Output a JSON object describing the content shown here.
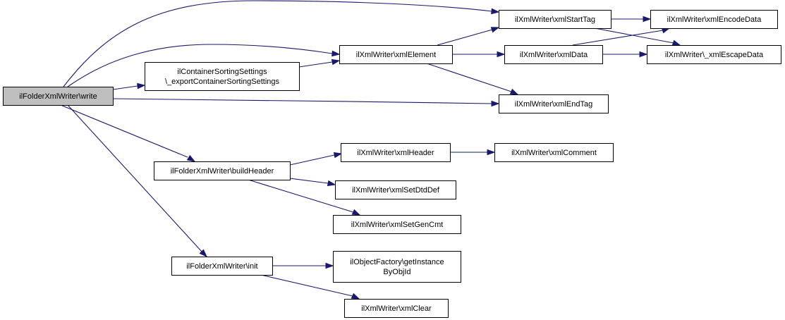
{
  "colors": {
    "edge": "#191970",
    "node_fill": "#ffffff",
    "root_fill": "#bfbfbf",
    "node_border": "#000000",
    "text": "#000000"
  },
  "nodes": [
    {
      "id": "write",
      "lines": [
        "ilFolderXmlWriter\\write"
      ],
      "root": true
    },
    {
      "id": "exportSort",
      "lines": [
        "ilContainerSortingSettings",
        "\\_exportContainerSortingSettings"
      ]
    },
    {
      "id": "buildHeader",
      "lines": [
        "ilFolderXmlWriter\\buildHeader"
      ]
    },
    {
      "id": "init",
      "lines": [
        "ilFolderXmlWriter\\init"
      ]
    },
    {
      "id": "xmlElement",
      "lines": [
        "ilXmlWriter\\xmlElement"
      ]
    },
    {
      "id": "xmlStartTag",
      "lines": [
        "ilXmlWriter\\xmlStartTag"
      ]
    },
    {
      "id": "xmlEndTag",
      "lines": [
        "ilXmlWriter\\xmlEndTag"
      ]
    },
    {
      "id": "xmlData",
      "lines": [
        "ilXmlWriter\\xmlData"
      ]
    },
    {
      "id": "xmlEncodeData",
      "lines": [
        "ilXmlWriter\\xmlEncodeData"
      ]
    },
    {
      "id": "xmlEscapeData",
      "lines": [
        "ilXmlWriter\\_xmlEscapeData"
      ]
    },
    {
      "id": "xmlHeader",
      "lines": [
        "ilXmlWriter\\xmlHeader"
      ]
    },
    {
      "id": "xmlComment",
      "lines": [
        "ilXmlWriter\\xmlComment"
      ]
    },
    {
      "id": "xmlSetDtdDef",
      "lines": [
        "ilXmlWriter\\xmlSetDtdDef"
      ]
    },
    {
      "id": "xmlSetGenCmt",
      "lines": [
        "ilXmlWriter\\xmlSetGenCmt"
      ]
    },
    {
      "id": "getInstanceByObjId",
      "lines": [
        "ilObjectFactory\\getInstance",
        "ByObjId"
      ]
    },
    {
      "id": "xmlClear",
      "lines": [
        "ilXmlWriter\\xmlClear"
      ]
    }
  ],
  "edges": [
    {
      "from": "write",
      "to": "xmlStartTag"
    },
    {
      "from": "write",
      "to": "xmlElement"
    },
    {
      "from": "write",
      "to": "exportSort"
    },
    {
      "from": "write",
      "to": "xmlEndTag"
    },
    {
      "from": "write",
      "to": "buildHeader"
    },
    {
      "from": "write",
      "to": "init"
    },
    {
      "from": "exportSort",
      "to": "xmlElement"
    },
    {
      "from": "xmlElement",
      "to": "xmlStartTag"
    },
    {
      "from": "xmlElement",
      "to": "xmlData"
    },
    {
      "from": "xmlElement",
      "to": "xmlEndTag"
    },
    {
      "from": "xmlStartTag",
      "to": "xmlEncodeData"
    },
    {
      "from": "xmlStartTag",
      "to": "xmlEscapeData"
    },
    {
      "from": "xmlData",
      "to": "xmlEncodeData"
    },
    {
      "from": "xmlData",
      "to": "xmlEscapeData"
    },
    {
      "from": "buildHeader",
      "to": "xmlHeader"
    },
    {
      "from": "buildHeader",
      "to": "xmlSetDtdDef"
    },
    {
      "from": "buildHeader",
      "to": "xmlSetGenCmt"
    },
    {
      "from": "xmlHeader",
      "to": "xmlComment"
    },
    {
      "from": "init",
      "to": "getInstanceByObjId"
    },
    {
      "from": "init",
      "to": "xmlClear"
    }
  ]
}
